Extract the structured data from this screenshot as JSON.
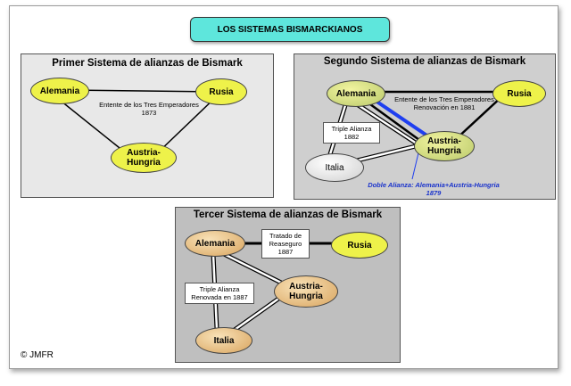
{
  "title": "LOS SISTEMAS BISMARCKIANOS",
  "panel1": {
    "title": "Primer Sistema de alianzas de Bismark",
    "nodes": {
      "alemania": "Alemania",
      "rusia": "Rusia",
      "austria": "Austria-\nHungria"
    },
    "label": "Entente de los Tres Emperadores\n1873"
  },
  "panel2": {
    "title": "Segundo Sistema de alianzas de Bismark",
    "nodes": {
      "alemania": "Alemania",
      "rusia": "Rusia",
      "austria": "Austria-\nHungria",
      "italia": "Italia"
    },
    "label_entente": "Entente de los Tres Emperadores\nRenovación en 1881",
    "label_triple": "Triple Alianza\n1882",
    "label_doble": "Doble Alianza: Alemania+Austria-Hungria\n1879"
  },
  "panel3": {
    "title": "Tercer Sistema de alianzas de Bismark",
    "nodes": {
      "alemania": "Alemania",
      "rusia": "Rusia",
      "austria": "Austria-\nHungria",
      "italia": "Italia"
    },
    "label_tratado": "Tratado de\nReaseguro\n1887",
    "label_triple": "Triple Alianza\nRenovada en 1887"
  },
  "copyright": "© JMFR",
  "colors": {
    "title_bg": "#5ee6dc",
    "yellow_node": "#eef24a",
    "doble_blue": "#1a33cc"
  }
}
